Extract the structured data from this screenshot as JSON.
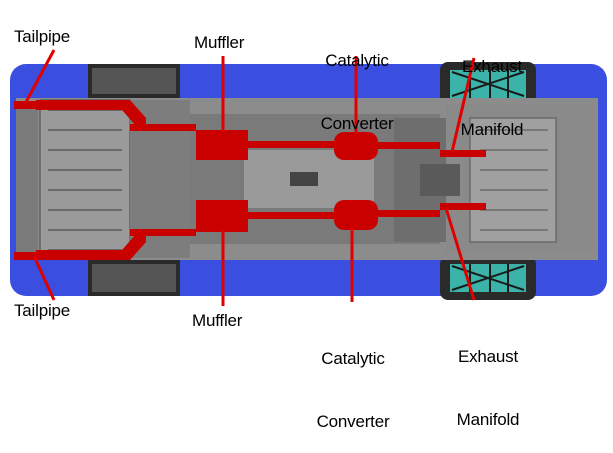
{
  "labels": {
    "tailpipe_top": "Tailpipe",
    "tailpipe_bottom": "Tailpipe",
    "muffler_top": "Muffler",
    "muffler_bottom": "Muffler",
    "catalytic_top_line1": "Catalytic",
    "catalytic_top_line2": "Converter",
    "catalytic_bottom_line1": "Catalytic",
    "catalytic_bottom_line2": "Converter",
    "manifold_top_line1": "Exhaust",
    "manifold_top_line2": "Manifold",
    "manifold_bottom_line1": "Exhaust",
    "manifold_bottom_line2": "Manifold"
  },
  "colors": {
    "background": "#ffffff",
    "car_outline": "#3a4fe0",
    "chassis": "#8c8c8c",
    "chassis_dark": "#5a5a5a",
    "exhaust": "#c80000",
    "leader": "#e00000",
    "tire": "#2a2a2a",
    "tire_tread": "#3bb3a8"
  }
}
